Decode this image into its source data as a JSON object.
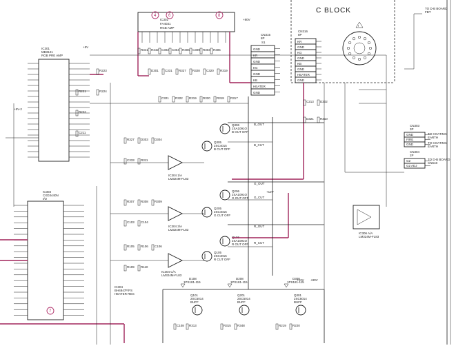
{
  "block_title": "C BLOCK",
  "connectors": {
    "cn315": {
      "ref": "CN315",
      "pins": "8P",
      "side": "S1",
      "rows": [
        "GND",
        "KR",
        "GND",
        "KG",
        "GND",
        "KB",
        "HEATER",
        "GND"
      ]
    },
    "cn316": {
      "ref": "CN316",
      "pins": "8P",
      "rows": [
        "KR",
        "GND",
        "KG",
        "GND",
        "KB",
        "GND",
        "HEATER",
        "GND"
      ]
    },
    "cn303": {
      "ref": "CN303",
      "pins": "3P",
      "rows": [
        "GND",
        "FIRE",
        "GND"
      ],
      "notes": [
        "TO COATING",
        "EARTH",
        "TO COATING",
        "EARTH"
      ]
    },
    "cn304": {
      "ref": "CN304",
      "pins": "2P",
      "rows": [
        "G2",
        "G2 ADJ"
      ],
      "notes": [
        "TO D-B BOARD",
        "CN618"
      ]
    },
    "top_right_note": [
      "TO D-B BOARD",
      "FBT"
    ]
  },
  "ics": {
    "ic302": {
      "ref": "IC302",
      "part": "FA4031",
      "desc": "RGB AMP"
    },
    "ic301": {
      "ref": "IC301",
      "part": "MB3121",
      "desc": "RGB PRE AMP"
    },
    "ic303": {
      "ref": "IC303",
      "part": "CXD3440N",
      "desc": "I/O"
    },
    "ic304": {
      "ref": "IC304",
      "part": "BH4847F/FS",
      "desc": "HEATER REG"
    },
    "ic306": {
      "ref": "IC306 A/A",
      "part": "LM324M-FL83"
    },
    "ic_a": {
      "ref": "IC304 1/A",
      "part": "LM324M-FL83"
    },
    "ic_b": {
      "ref": "IC304 3/A",
      "part": "LM324M-FL83"
    },
    "ic_c": {
      "ref": "IC304 C/A",
      "part": "LM324M-FL83"
    }
  },
  "transistors": [
    {
      "ref": "Q306",
      "part": "2SA1091O",
      "role": "B OUT OFF"
    },
    {
      "ref": "Q305",
      "part": "2SC4015",
      "role": "B CUT OFF"
    },
    {
      "ref": "Q206",
      "part": "2SA1091O",
      "role": "G OUT OFF"
    },
    {
      "ref": "Q205",
      "part": "2SC4015",
      "role": "G CUT OFF"
    },
    {
      "ref": "Q106",
      "part": "2SA1091O",
      "role": "R OUT OFF"
    },
    {
      "ref": "Q105",
      "part": "2SC4015",
      "role": "R CUT OFF"
    },
    {
      "ref": "Q101",
      "part": "2SC5014",
      "role": "BUFF"
    },
    {
      "ref": "Q201",
      "part": "2SC5014",
      "role": "BUFF"
    },
    {
      "ref": "Q301",
      "part": "2SC5014",
      "role": "BUFF"
    }
  ],
  "diodes": [
    {
      "ref": "D108",
      "part": "1PS181-115"
    },
    {
      "ref": "D208",
      "part": "1PS181-115"
    },
    {
      "ref": "D308",
      "part": "1PS181-115"
    }
  ],
  "signals": {
    "b_out": "B_OUT",
    "g_out": "G_OUT",
    "r_out": "R_OUT",
    "b_cut": "B_CUT",
    "g_cut": "G_CUT",
    "r_cut": "R_CUT"
  },
  "rails": [
    "+80V",
    "+12V",
    "+5V-2",
    "+5V",
    "+12V",
    "+80V"
  ],
  "circled_marks": [
    "4",
    "6",
    "8",
    "7"
  ],
  "small_refs": [
    "R341",
    "R342",
    "C302",
    "C304",
    "R306",
    "C309",
    "R303",
    "R305",
    "D301",
    "C331",
    "R327",
    "R328",
    "C320",
    "R319",
    "C321",
    "R322",
    "D319",
    "D320",
    "R318",
    "R317",
    "R327",
    "D303",
    "D304",
    "C333",
    "R311",
    "R307",
    "R308",
    "R309",
    "C103",
    "C104",
    "R105",
    "R106",
    "C106",
    "R109",
    "R110",
    "C108",
    "R313",
    "R315",
    "R348",
    "R219",
    "R220",
    "R221",
    "R222",
    "C211",
    "R223",
    "R224",
    "C213",
    "D302",
    "D321",
    "R310"
  ]
}
